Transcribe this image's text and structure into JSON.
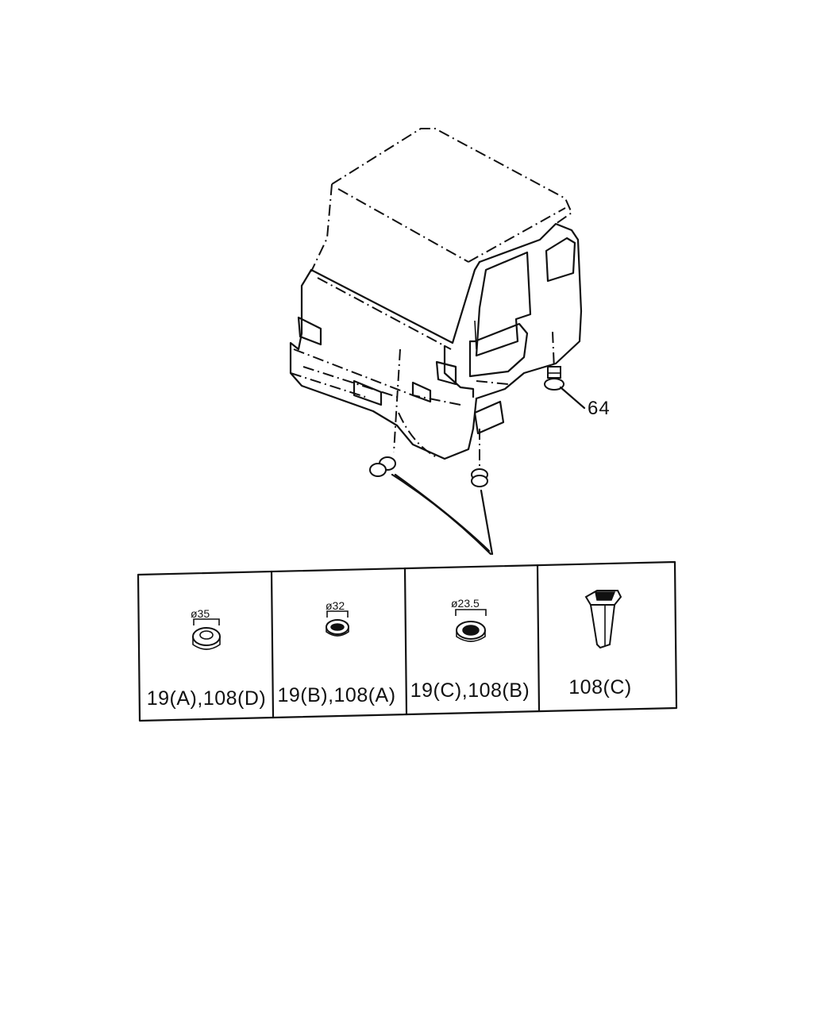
{
  "callout": {
    "label": "64"
  },
  "table": {
    "cells": [
      {
        "dimension": "ø35",
        "part_ref": "19(A),108(D)"
      },
      {
        "dimension": "ø32",
        "part_ref": "19(B),108(A)"
      },
      {
        "dimension": "ø23.5",
        "part_ref": "19(C),108(B)"
      },
      {
        "dimension": "",
        "part_ref": "108(C)"
      }
    ]
  }
}
